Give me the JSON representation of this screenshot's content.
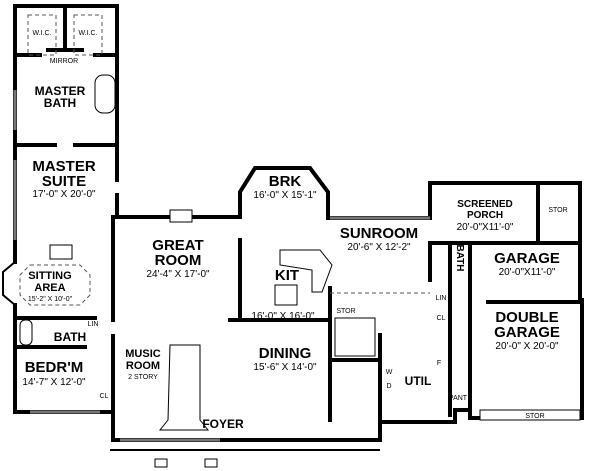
{
  "rooms": {
    "wic1": "W.I.C.",
    "wic2": "W.I.C.",
    "mirror": "MIRROR",
    "master_bath_1": "MASTER",
    "master_bath_2": "BATH",
    "master_suite_1": "MASTER",
    "master_suite_2": "SUITE",
    "master_suite_dim": "17'-0\" X 20'-0\"",
    "sitting_1": "SITTING",
    "sitting_2": "AREA",
    "sitting_dim": "15'-2\" X 10'-0\"",
    "bath_left": "BATH",
    "lin_left": "LIN",
    "bedroom": "BEDR'M",
    "bedroom_dim": "14'-7\" X 12'-0\"",
    "cl_left": "CL",
    "great_1": "GREAT",
    "great_2": "ROOM",
    "great_dim": "24'-4\" X 17'-0\"",
    "music_1": "MUSIC",
    "music_2": "ROOM",
    "music_note": "2 STORY",
    "foyer": "FOYER",
    "brk": "BRK",
    "brk_dim": "16'-0\" X 15'-1\"",
    "sunroom": "SUNROOM",
    "sunroom_dim": "20'-6\" X 12'-2\"",
    "kit": "KIT",
    "kit_dim": "16'-0\" X 16'-0\"",
    "stor_mid": "STOR",
    "dining": "DINING",
    "dining_dim": "15'-6\" X 14'-0\"",
    "util": "UTIL",
    "w": "W",
    "d": "D",
    "screened_1": "SCREENED",
    "screened_2": "PORCH",
    "screened_dim": "20'-0\"X11'-0\"",
    "stor_porch": "STOR",
    "bath_right": "BATH",
    "lin_right": "LIN",
    "cl_right": "CL",
    "f": "F",
    "pant": "PANT",
    "garage": "GARAGE",
    "garage_dim": "20'-0\"X11'-0\"",
    "double_1": "DOUBLE",
    "double_2": "GARAGE",
    "double_dim": "20'-0\" X 20'-0\"",
    "stor_garage": "STOR"
  }
}
